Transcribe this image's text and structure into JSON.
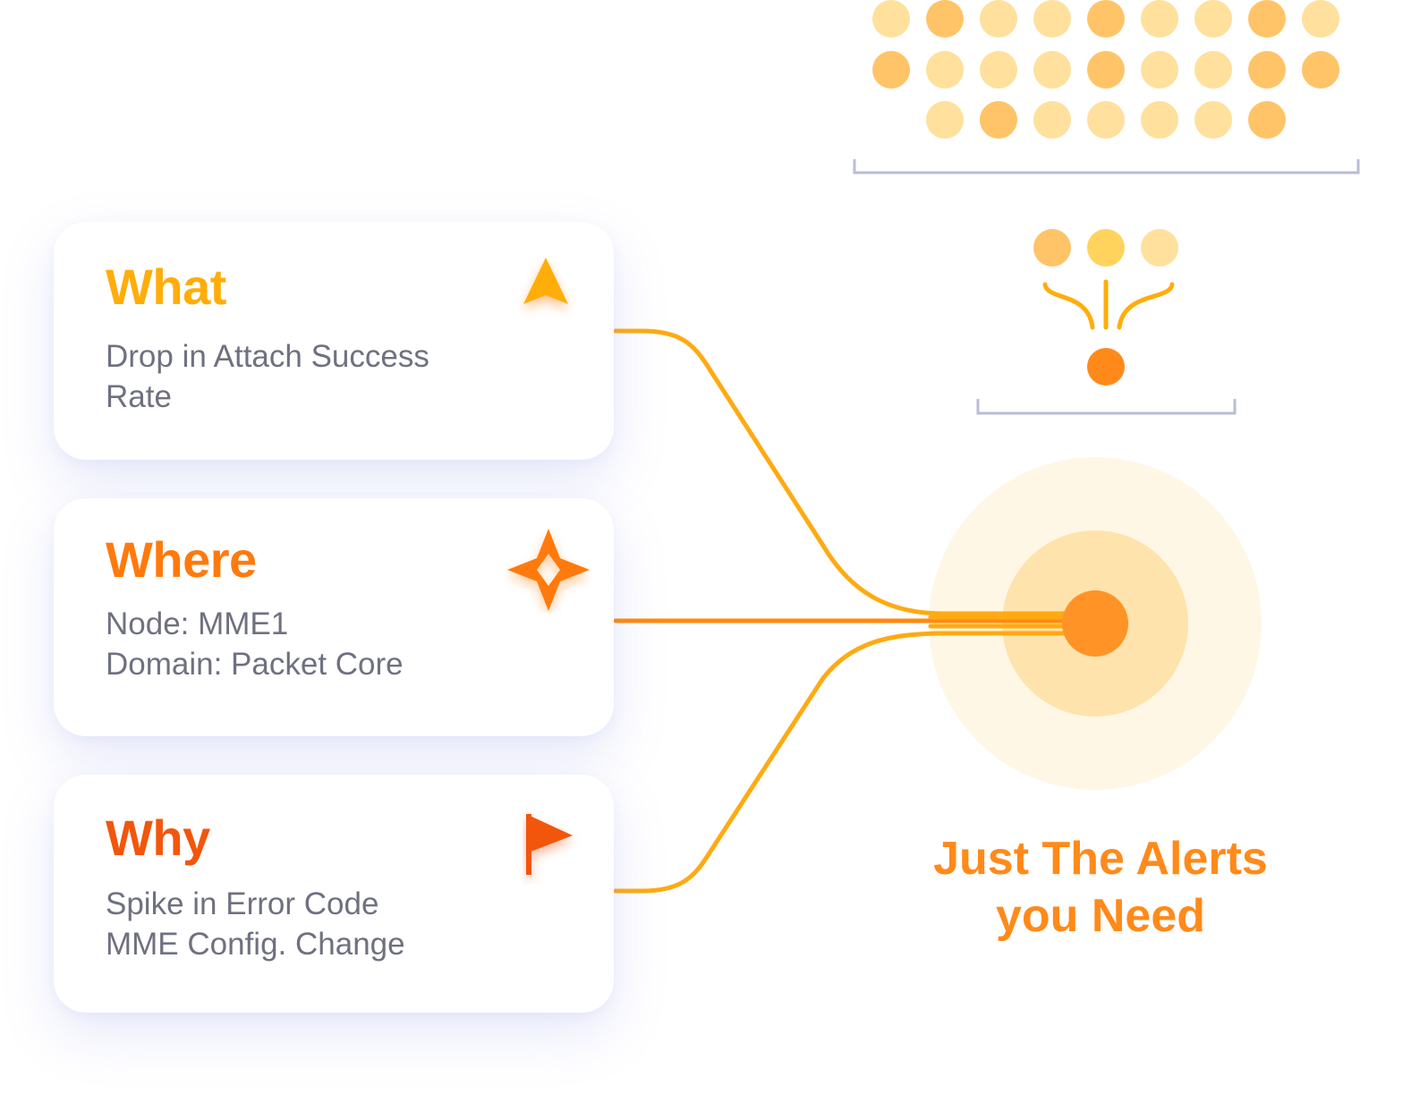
{
  "cards": [
    {
      "title": "What",
      "icon": "navigation-arrow-icon",
      "lines": [
        "Drop in Attach Success",
        "Rate"
      ]
    },
    {
      "title": "Where",
      "icon": "compass-star-icon",
      "lines": [
        "Node: MME1",
        "Domain: Packet Core"
      ]
    },
    {
      "title": "Why",
      "icon": "flag-icon",
      "lines": [
        "Spike in Error Code",
        "MME Config. Change"
      ]
    }
  ],
  "tagline": {
    "line1": "Just The Alerts",
    "line2": "you Need"
  },
  "colors": {
    "what": "#ffad0a",
    "where": "#ff7a0d",
    "why": "#f2560c",
    "connector": "#ffaa12",
    "connector_mid": "#ff8a0d",
    "target_core": "#ff9326",
    "dot_light": "#ffe09c",
    "dot_dark": "#ffc468",
    "bracket": "#b9bdd6",
    "body_text": "#6f7180"
  }
}
